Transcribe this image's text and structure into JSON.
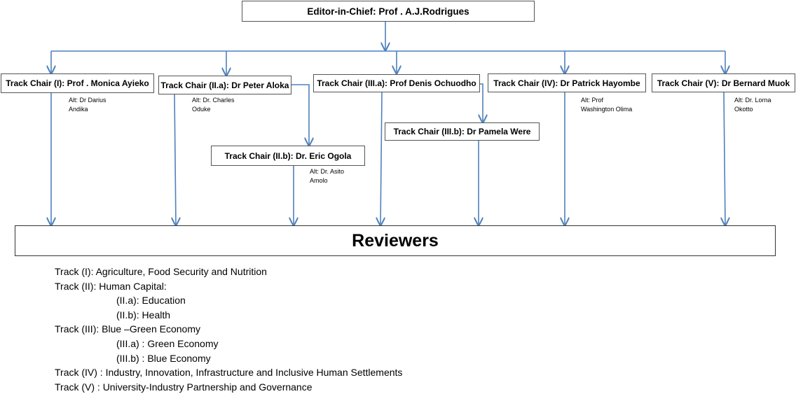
{
  "editor": {
    "label": "Editor-in-Chief: Prof . A.J.Rodrigues"
  },
  "chairs": [
    {
      "id": "t1",
      "label": "Track Chair (I): Prof . Monica Ayieko",
      "alt": "Alt: Dr Darius\nAndika"
    },
    {
      "id": "t2a",
      "label": "Track Chair (II.a): Dr Peter Aloka",
      "alt": "Alt: Dr. Charles\nOduke"
    },
    {
      "id": "t3a",
      "label": "Track Chair (III.a): Prof  Denis Ochuodho",
      "alt": ""
    },
    {
      "id": "t4",
      "label": "Track Chair (IV): Dr Patrick Hayombe",
      "alt": "Alt: Prof\nWashington Olima"
    },
    {
      "id": "t5",
      "label": "Track Chair (V): Dr Bernard  Muok",
      "alt": "Alt: Dr. Lorna\nOkotto"
    },
    {
      "id": "t2b",
      "label": "Track Chair (II.b): Dr. Eric Ogola",
      "alt": "Alt: Dr. Asito\nAmolo"
    },
    {
      "id": "t3b",
      "label": "Track Chair (III.b): Dr Pamela Were",
      "alt": ""
    }
  ],
  "reviewers": {
    "label": "Reviewers"
  },
  "legend": [
    {
      "text": "Track (I): Agriculture, Food Security and Nutrition",
      "indent": false
    },
    {
      "text": "Track (II): Human Capital:",
      "indent": false
    },
    {
      "text": "(II.a): Education",
      "indent": true
    },
    {
      "text": "(II.b): Health",
      "indent": true
    },
    {
      "text": "Track (III): Blue –Green Economy",
      "indent": false
    },
    {
      "text": "(III.a) : Green Economy",
      "indent": true
    },
    {
      "text": "(III.b) : Blue Economy",
      "indent": true
    },
    {
      "text": "Track (IV) : Industry, Innovation, Infrastructure and Inclusive Human Settlements",
      "indent": false
    },
    {
      "text": "Track (V) : University-Industry Partnership and Governance",
      "indent": false
    }
  ],
  "colors": {
    "connector": "#4f81bd",
    "border": "#555555"
  }
}
